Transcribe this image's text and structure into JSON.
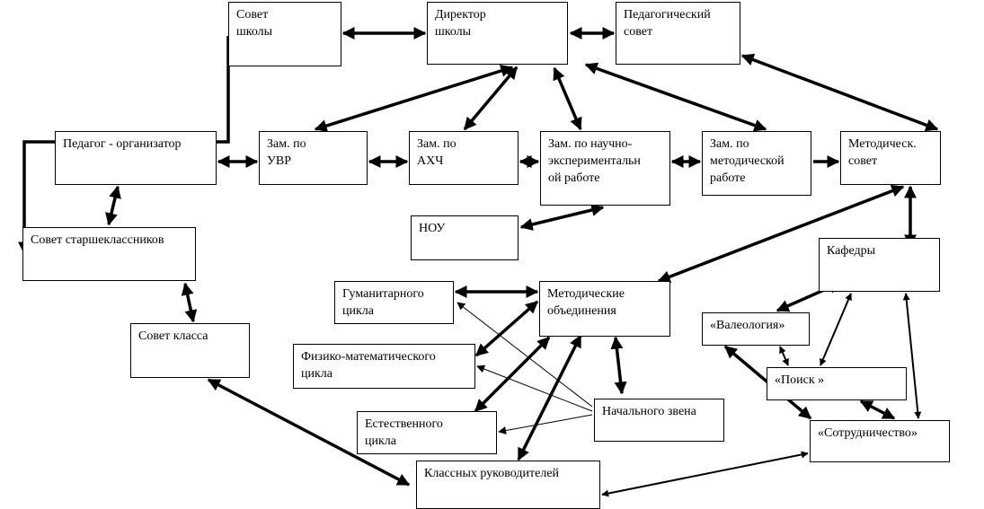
{
  "nodes": {
    "council": "Совет\nшколы",
    "director": "Директор\nшколы",
    "ped_council": "Педагогический\nсовет",
    "organizer": "Педагог - организатор",
    "uvr": "Зам. по\nУВР",
    "ahch": "Зам. по\nАХЧ",
    "sci": "Зам. по научно-\nэкспериментальн\nой работе",
    "method_dep": "Зам. по\nметодической\nработе",
    "method_council": "Методическ.\nсовет",
    "nou": "НОУ",
    "seniors": "Совет старшеклассников",
    "departments": "Кафедры",
    "humanities": "Гуманитарного\nцикла",
    "method_assoc": "Методические\nобъединения",
    "class_council": "Совет класса",
    "valeology": "«Валеология»",
    "physmath": "Физико-математического\n цикла",
    "search": "«Поиск »",
    "primary": "Начального звена",
    "natural": "Естественного\nцикла",
    "cooperation": "«Сотрудничество»",
    "class_teachers": "Классных руководителей"
  }
}
